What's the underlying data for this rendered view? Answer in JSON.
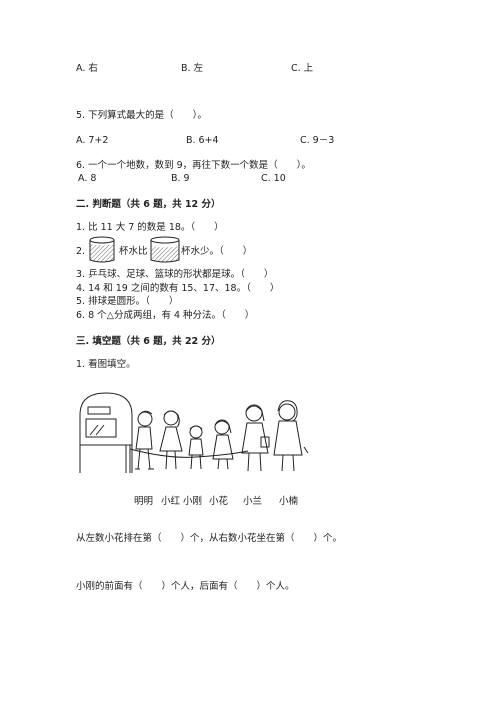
{
  "q4_options": {
    "a": "A. 右",
    "b": "B. 左",
    "c": "C. 上"
  },
  "q5": {
    "stem": "5. 下列算式最大的是（　　）。",
    "a": "A. 7+2",
    "b": "B. 6+4",
    "c": "C. 9－3"
  },
  "q6": {
    "stem": "6. 一个一个地数，数到 9，再往下数一个数是（　　）。",
    "a": "A. 8",
    "b": "B. 9",
    "c": "C. 10"
  },
  "section2": {
    "title": "二. 判断题（共 6 题，共 12 分）",
    "q1": "1. 比 11 大 7 的数是 18。（　　）",
    "q2_prefix": "2.",
    "q2_mid": "杯水比",
    "q2_suffix": "杯水少。（　　）",
    "q3": "3. 乒乓球、足球、篮球的形状都是球。（　　）",
    "q4": "4. 14 和 19 之间的数有 15、17、18。（　　）",
    "q5": "5. 排球是圆形。（　　）",
    "q6": "6. 8 个△分成两组，有 4 种分法。（　　）"
  },
  "section3": {
    "title": "三. 填空题（共 6 题，共 22 分）",
    "q1": "1. 看图填空。",
    "names": [
      "明明",
      "小红",
      "小刚",
      "小花",
      "小兰",
      "小楠"
    ],
    "line1": "从左数小花排在第（　　）个，从右数小花坐在第（　　）个。",
    "line2": "小刚的前面有（　　）个人，后面有（　　）个人。"
  }
}
